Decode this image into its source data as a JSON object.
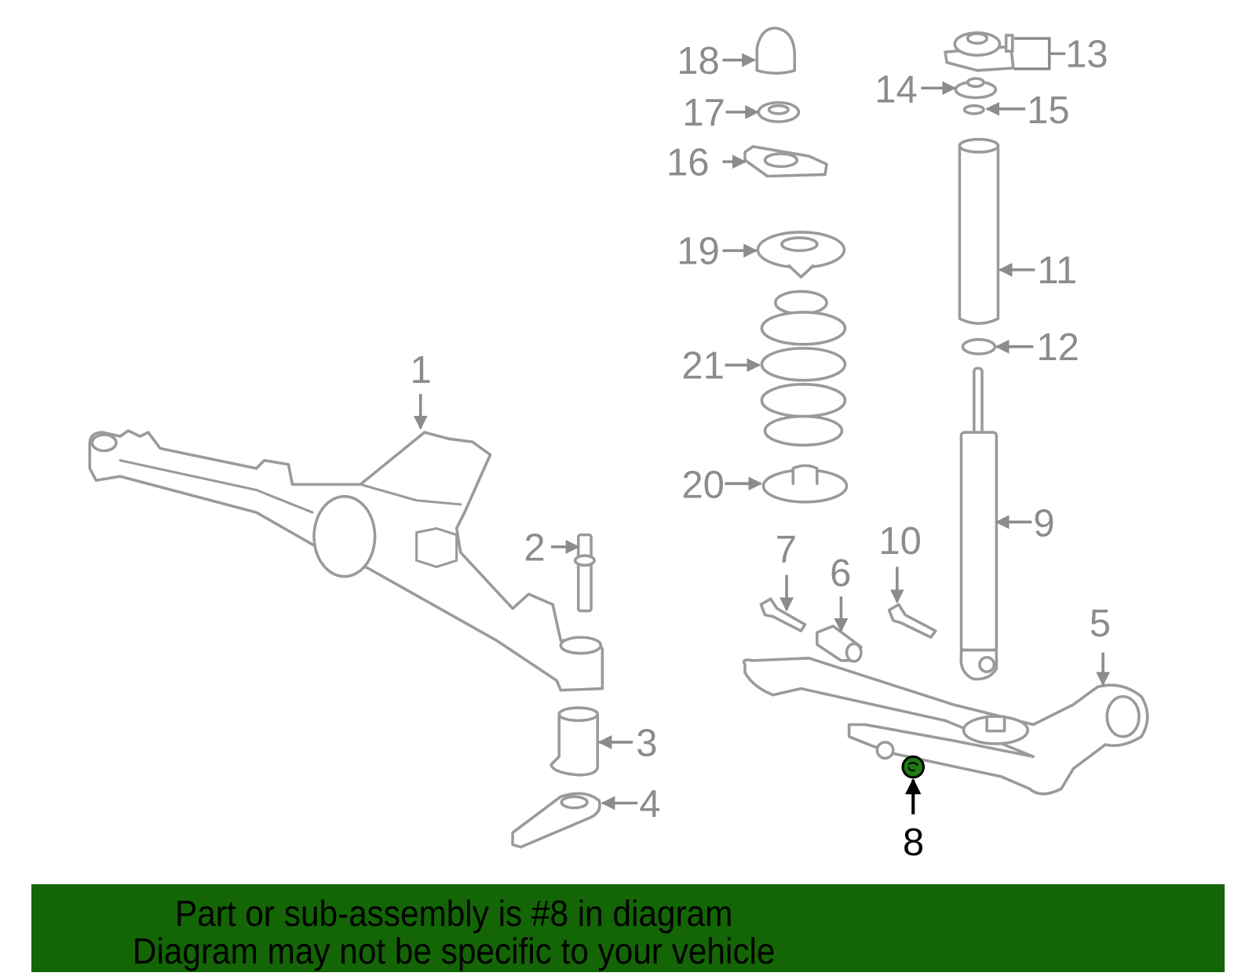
{
  "labels": [
    "1",
    "2",
    "3",
    "4",
    "5",
    "6",
    "7",
    "8",
    "9",
    "10",
    "11",
    "12",
    "13",
    "14",
    "15",
    "16",
    "17",
    "18",
    "19",
    "20",
    "21"
  ],
  "highlighted_part": "8",
  "colors": {
    "banner": "#136505",
    "highlight_part": "#1f7a12",
    "outline": "#9a9a9a"
  },
  "banner": {
    "line1": "Part or sub-assembly is #8 in diagram",
    "line2": "Diagram may not be specific to your vehicle"
  }
}
